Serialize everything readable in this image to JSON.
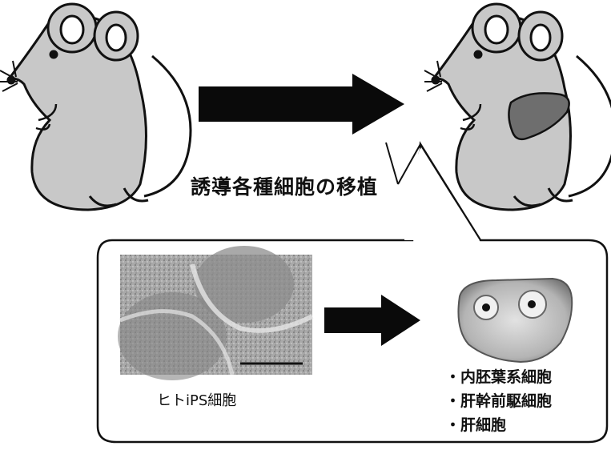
{
  "caption": "誘導各種細胞の移植",
  "ips_label": "ヒトiPS細胞",
  "cell_types": [
    "・内胚葉系細胞",
    "・肝幹前駆細胞",
    "・肝細胞"
  ],
  "colors": {
    "mouse_body": "#c8c8c8",
    "mouse_outline": "#111111",
    "arrow": "#0a0a0a",
    "liver": "#6e6e6e",
    "panel_border": "#111111"
  },
  "icons": [
    "mouse-before-icon",
    "mouse-after-icon",
    "liver-icon",
    "transplant-arrow-icon",
    "differentiation-arrow-icon",
    "ips-colony-image",
    "cell-aggregate-image"
  ]
}
